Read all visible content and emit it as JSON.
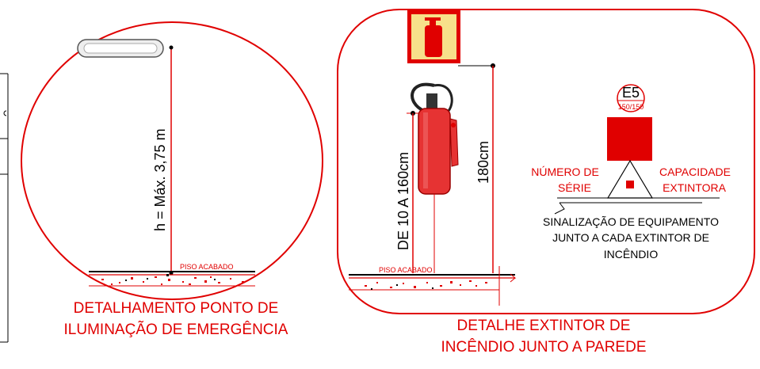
{
  "left_detail": {
    "height_label": "h = Máx. 3,75 m",
    "floor_label": "PISO ACABADO",
    "caption_line1": "DETALHAMENTO PONTO DE",
    "caption_line2": "ILUMINAÇÃO DE EMERGÊNCIA"
  },
  "right_detail": {
    "height_range_label": "DE 10 A 160cm",
    "sign_height_label": "180cm",
    "floor_label": "PISO ACABADO",
    "badge_code": "E5",
    "badge_capacity": "150/150",
    "serial_label_line1": "NÚMERO DE",
    "serial_label_line2": "SÉRIE",
    "capacity_label_line1": "CAPACIDADE",
    "capacity_label_line2": "EXTINTORA",
    "note_line1": "SINALIZAÇÃO DE EQUIPAMENTO",
    "note_line2": "JUNTO A CADA EXTINTOR DE",
    "note_line3": "INCÊNDIO",
    "caption_line1": "DETALHE EXTINTOR DE",
    "caption_line2": "INCÊNDIO JUNTO A PAREDE"
  },
  "colors": {
    "red": "#e00000",
    "dark": "#000000",
    "sign_yellow": "#f7e08a"
  }
}
